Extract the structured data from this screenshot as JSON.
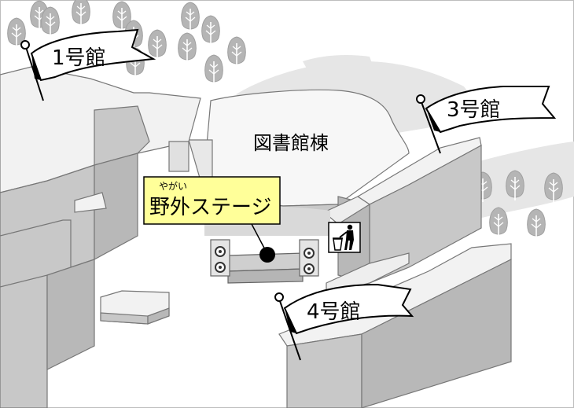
{
  "map": {
    "colors": {
      "ground": "#ffffff",
      "path": "#e6e6e6",
      "building_top": "#f2f2f2",
      "building_side": "#c8c8c8",
      "library_top": "#f7f7f7",
      "stage_area": "#d9d9d9",
      "stage_callout_bg": "#ffff99",
      "tree": "#b5b5b5"
    },
    "flags": {
      "building1": "1号館",
      "building3": "3号館",
      "building4": "4号館"
    },
    "library_label": "図書館棟",
    "stage": {
      "ruby": "やがい",
      "label": "野外ステージ"
    },
    "icons": {
      "trash": "trash-can-icon",
      "stage_point": "location-dot-icon",
      "speaker": "speaker-icon",
      "tree": "tree-icon",
      "flag": "pennant-flag-icon"
    }
  }
}
